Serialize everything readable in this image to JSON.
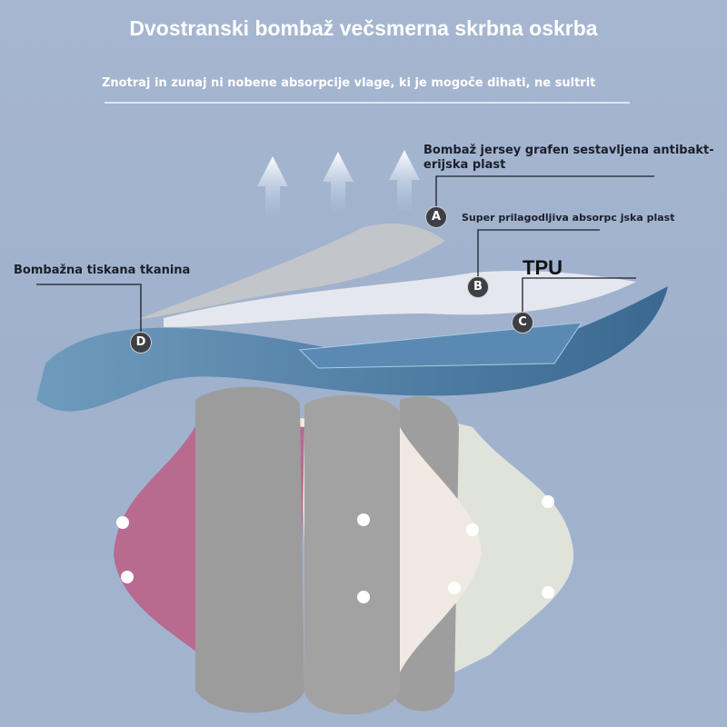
{
  "title": "Dvostranski bombaž večsmerna skrbna oskrba",
  "subtitle": "Znotraj in zunaj ni nobene absorpcije vlage, ki je mogoče dihati, ne sultrit",
  "layers": {
    "a": {
      "badge": "A",
      "label": "Bombaž jersey grafen sestavljena antibakt-erijska plast"
    },
    "b": {
      "badge": "B",
      "label": "Super prilagodljiva absorpc jska plast"
    },
    "c": {
      "badge": "C",
      "label": "TPU"
    },
    "d": {
      "badge": "D",
      "label": "Bombažna tiskana tkanina"
    }
  },
  "colors": {
    "background": "#a3b4cf",
    "tpu": "#4f7fa3",
    "absorb": "#e6e9ee",
    "pad_gray": "#9c9c9c"
  }
}
